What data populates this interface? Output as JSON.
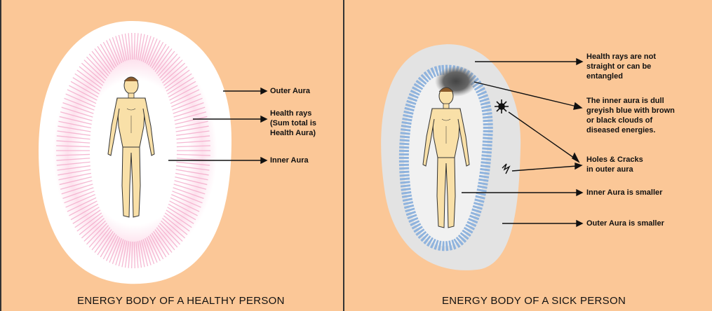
{
  "healthy": {
    "caption": "ENERGY BODY OF A HEALTHY PERSON",
    "labels": {
      "outer_aura": "Outer Aura",
      "health_rays": "Health rays\n(Sum total is\nHealth Aura)",
      "inner_aura": "Inner Aura"
    }
  },
  "sick": {
    "caption": "ENERGY BODY OF A SICK PERSON",
    "labels": {
      "rays_not_straight": "Health rays are not\nstraight or can be\nentangled",
      "inner_aura_dull": "The inner aura is dull\ngreyish blue with brown\nor black clouds of\ndiseased energies.",
      "holes_cracks": "Holes & Cracks\nin outer aura",
      "inner_smaller": "Inner Aura is smaller",
      "outer_smaller": "Outer Aura is smaller"
    }
  },
  "colors": {
    "background": "#fbc797",
    "healthy_outer_aura": "#ffffff",
    "health_rays": "#f2a8c8",
    "sick_outer_aura": "#e4e4e4",
    "sick_inner_aura": "#8fb3dd",
    "skin": "#f9e0a8",
    "dark_cloud": "#555555"
  },
  "icons": {
    "figure": "human-figure-icon",
    "cloud": "dark-cloud-icon",
    "hole": "hole-burst-icon",
    "crack": "crack-icon"
  }
}
